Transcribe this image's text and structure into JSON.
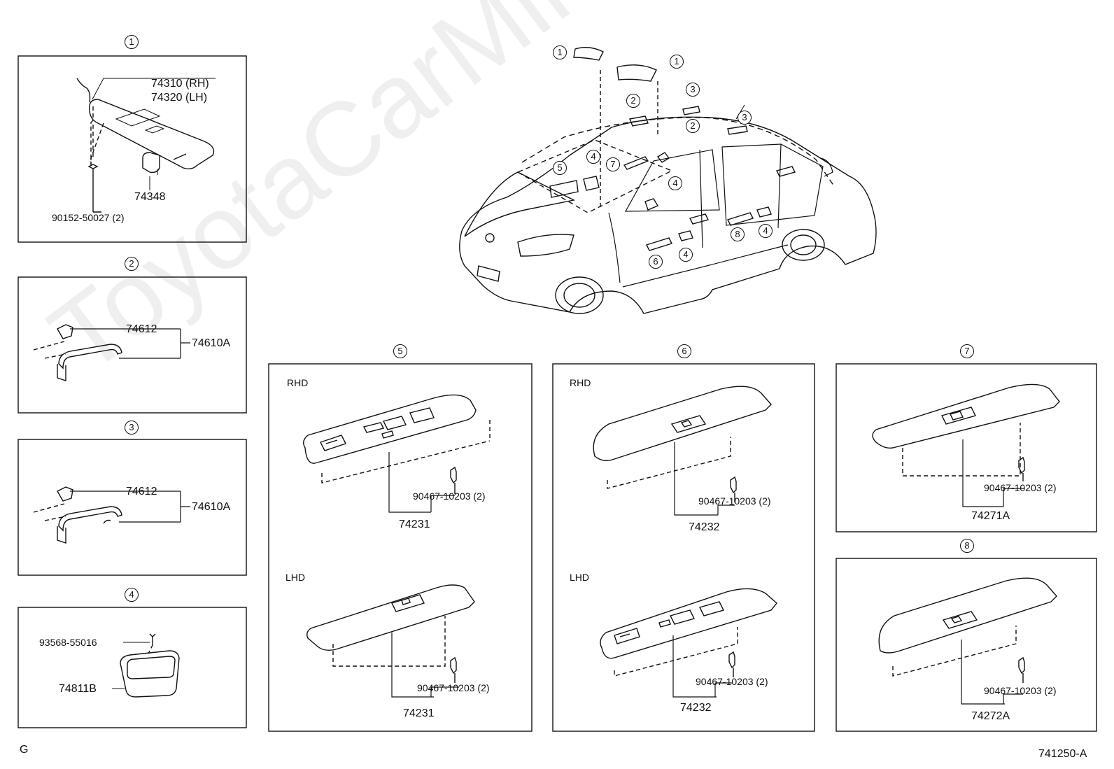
{
  "watermark": "ToyotaCarMine.ru",
  "footer": {
    "left": "G",
    "right": "741250-A"
  },
  "panel1": {
    "num": "1",
    "p1": "74310 (RH)",
    "p2": "74320 (LH)",
    "p3": "74348",
    "p4": "90152-50027 (2)"
  },
  "panel2": {
    "num": "2",
    "p1": "74612",
    "p2": "74610A"
  },
  "panel3": {
    "num": "3",
    "p1": "74612",
    "p2": "74610A"
  },
  "panel4": {
    "num": "4",
    "p1": "93568-55016",
    "p2": "74811B"
  },
  "panel5": {
    "num": "5",
    "rhd": "RHD",
    "lhd": "LHD",
    "clip": "90467-10203 (2)",
    "part_rhd": "74231",
    "part_lhd": "74231"
  },
  "panel6": {
    "num": "6",
    "rhd": "RHD",
    "lhd": "LHD",
    "clip": "90467-10203 (2)",
    "part_rhd": "74232",
    "part_lhd": "74232"
  },
  "panel7": {
    "num": "7",
    "clip": "90467-10203 (2)",
    "part": "74271A"
  },
  "panel8": {
    "num": "8",
    "clip": "90467-10203 (2)",
    "part": "74272A"
  },
  "car_callouts": [
    "1",
    "1",
    "2",
    "3",
    "3",
    "2",
    "4",
    "4",
    "5",
    "7",
    "4",
    "6",
    "4",
    "8",
    "4"
  ]
}
